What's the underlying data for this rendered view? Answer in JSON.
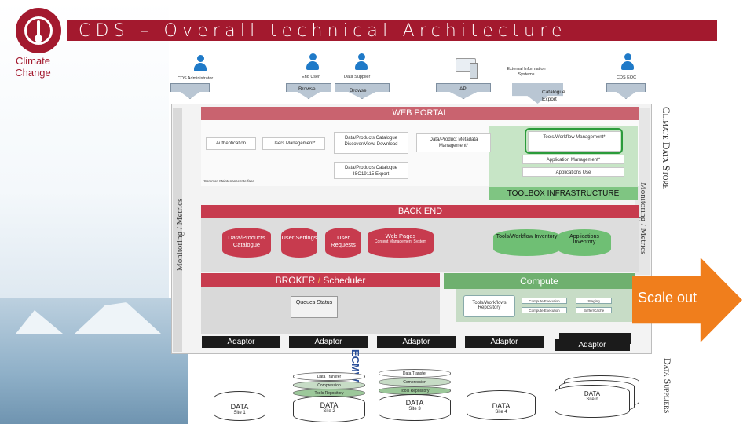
{
  "title": "CDS – Overall technical Architecture",
  "brand": "Climate Change",
  "users": {
    "admin": "CDS Administrator",
    "end_user": "End User",
    "supplier": "Data Supplier",
    "external": "External Information Systems",
    "eqc": "CDS EQC"
  },
  "arrows": {
    "browse1": "Browse",
    "browse2": "Browse",
    "api": "API",
    "catalogue_export": "Catalogue Export"
  },
  "side_labels": {
    "climate_data_store": "Climate Data Store",
    "monitoring_left": "Monitoring / Metrics",
    "monitoring_right": "Monitoring / Metrics",
    "data_suppliers": "Data Suppliers"
  },
  "web_portal": {
    "title": "WEB PORTAL",
    "authentication": "Authentication",
    "users_management": "Users Management*",
    "data_catalogue": "Data/Products Catalogue Discover/View/ Download",
    "metadata": "Data/Product Metadata Management*",
    "tools_workflow": "Tools/Workflow Management*",
    "app_mgmt": "Application Management*",
    "catalogue_export": "Data/Products Catalogue ISO19115 Export",
    "app_use": "Applications Use",
    "footnote": "*Common Maintenance Interface"
  },
  "toolbox": {
    "title": "TOOLBOX INFRASTRUCTURE"
  },
  "back_end": {
    "title": "BACK END",
    "catalogue": "Data/Products Catalogue",
    "settings": "User Settings",
    "requests": "User Requests",
    "web_pages": "Web Pages",
    "cms": "Content Management System",
    "tools_inventory": "Tools/Workflow Inventory",
    "apps_inventory": "Applications Inventory"
  },
  "broker": {
    "title_a": "BROKER",
    "sep": " / ",
    "title_b": "Scheduler",
    "queues": "Queues Status"
  },
  "compute": {
    "title": "Compute",
    "repo": "Tools/Workflows Repository",
    "exec1": "Compute Execution",
    "exec2": "Compute Execution",
    "staging": "Staging",
    "buffer": "Buffer/Cache"
  },
  "scale_out": "Scale out",
  "adaptors": [
    "Adaptor",
    "Adaptor",
    "Adaptor",
    "Adaptor",
    "Adaptor"
  ],
  "data_sites": [
    {
      "label": "DATA",
      "site": "Site 1"
    },
    {
      "label": "DATA",
      "site": "Site 2"
    },
    {
      "label": "DATA",
      "site": "Site 3"
    },
    {
      "label": "DATA",
      "site": "Site 4"
    },
    {
      "label": "DATA",
      "site": "Site n"
    }
  ],
  "layers": {
    "a": "Data Transfer",
    "b": "Compression",
    "c": "Tools Repository"
  },
  "ecmwf": "ECMWF",
  "colors": {
    "brand_red": "#a3192e",
    "portal_red": "#c9636f",
    "backend_red": "#c73b4e",
    "toolbox_green": "#7fc582",
    "scale_orange": "#f07e1c"
  }
}
